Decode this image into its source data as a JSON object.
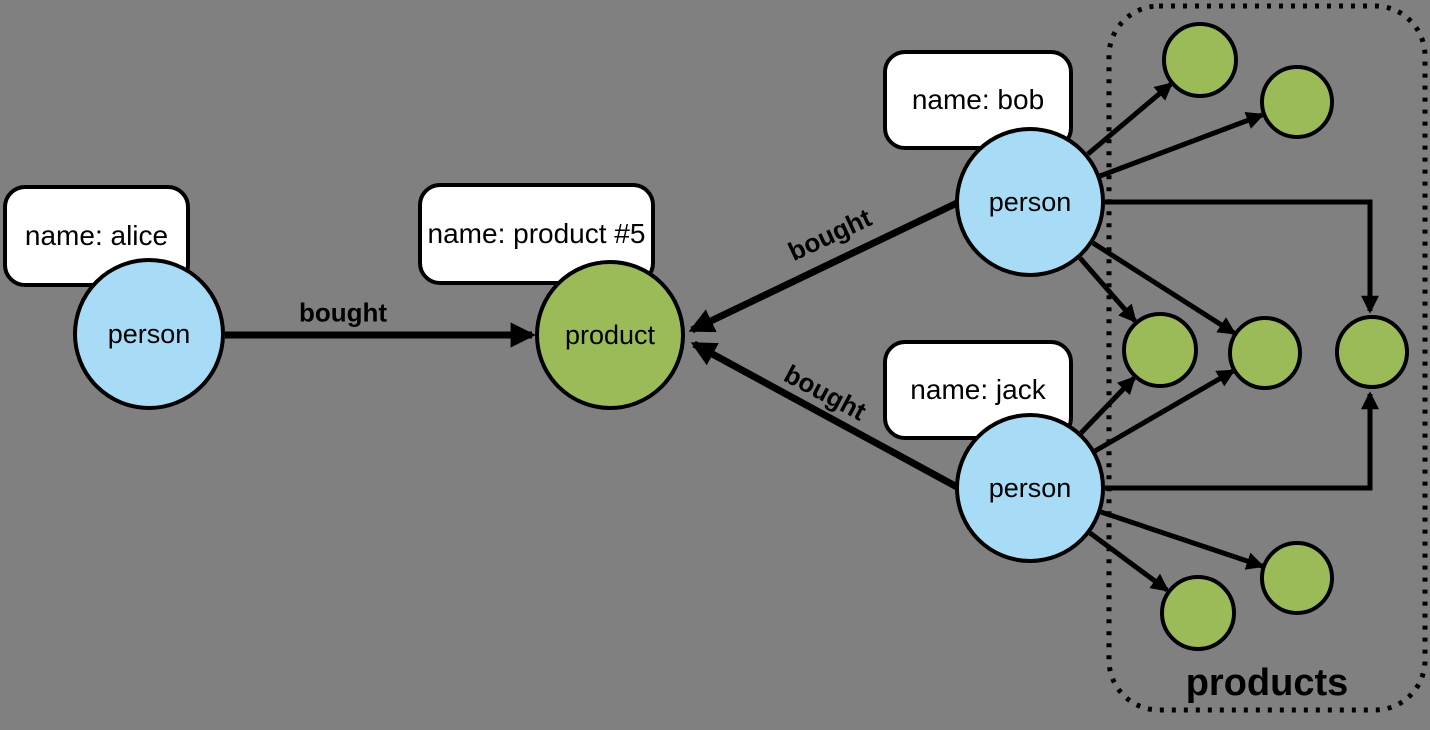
{
  "diagram": {
    "background_color": "#808080",
    "person_node_color": "#a8dbf5",
    "product_node_color": "#9bbb59",
    "nodes": {
      "alice": {
        "type_label": "person",
        "property": "name: alice"
      },
      "bob": {
        "type_label": "person",
        "property": "name: bob"
      },
      "jack": {
        "type_label": "person",
        "property": "name: jack"
      },
      "product5": {
        "type_label": "product",
        "property": "name: product #5"
      }
    },
    "edges": {
      "alice_product": {
        "label": "bought"
      },
      "bob_product": {
        "label": "bought"
      },
      "jack_product": {
        "label": "bought"
      }
    },
    "products_group": {
      "label": "products",
      "anonymous_product_count": 7
    }
  }
}
